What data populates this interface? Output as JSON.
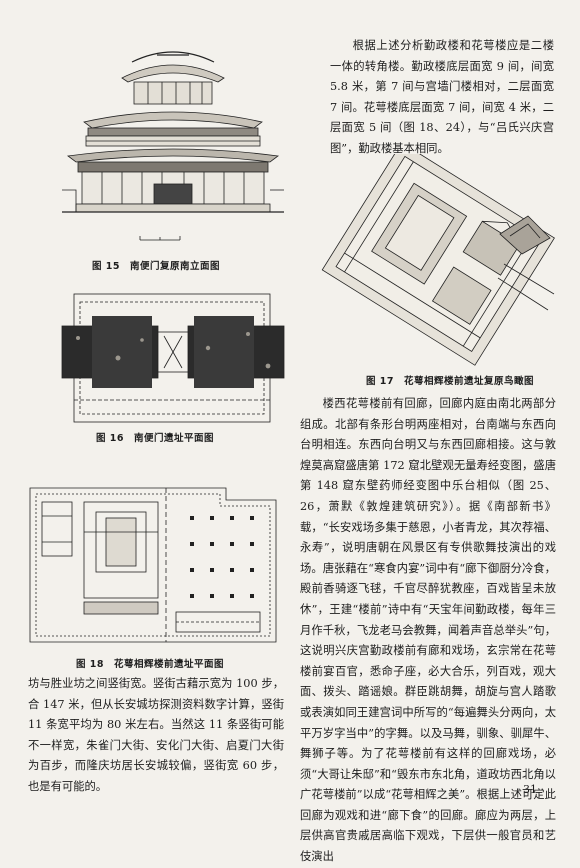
{
  "figures": {
    "fig15_caption": "图 15　南便门复原南立面图",
    "fig16_caption": "图 16　南便门遗址平面图",
    "fig17_caption": "图 17　花萼相辉楼前遗址复原鸟瞰图",
    "fig18_caption": "图 18　花萼相辉楼前遗址平面图"
  },
  "right_top": {
    "paragraph": "根据上述分析勤政楼和花萼楼应是二楼一体的转角楼。勤政楼底层面宽 9 间，间宽 5.8 米，第 7 间与宫墙门楼相对，二层面宽 7 间。花萼楼底层面宽 7 间，间宽 4 米，二层面宽 5 间（图 18、24），与“吕氏兴庆宫图”，勤政楼基本相同。"
  },
  "right_bottom": {
    "paragraph": "楼西花萼楼前有回廊，回廊内庭由南北两部分组成。北部有条形台明两座相对，台南端与东西向台明相连。东西向台明又与东西回廊相接。这与敦煌莫高窟盛唐第 172 窟北壁观无量寿经变图，盛唐第 148 窟东壁药师经变图中乐台相似（图 25、26，萧默《敦煌建筑研究》）。据《南部新书》载，“长安戏场多集于慈恩，小者青龙，其次荐福、永寿”，说明唐朝在风景区有专供歌舞技演出的戏场。唐张藉在“寒食内宴”词中有“廊下御厨分冷食，殿前香骑逐飞毬，千官尽醉犹教座，百戏皆呈未放休”，王建“楼前”诗中有“天宝年间勤政楼，每年三月作千秋，飞龙老马会教舞，闻着声音总举头”句，这说明兴庆宫勤政楼前有廊和戏场，玄宗常在花萼楼前宴百官，悉命子座，必大合乐，列百戏，观大面、拨头、踏谣娘。群臣跳胡舞，胡旋与宫人踏歌或表演如同王建宫词中所写的“每遍舞头分两向，太平万岁字当中”的字舞。以及马舞，驯象、驯犀牛、舞狮子等。为了花萼楼前有这样的回廊戏场，必须“大哥让朱邸”和“毁东市东北角，道政坊西北角以广花萼楼前”以成“花萼相辉之美”。根据上述可定此回廊为观戏和进“廊下食”的回廊。廊应为两层，上层供高官贵戚居高临下观戏，下层供一般官员和艺伎演出"
  },
  "left_bottom": {
    "paragraph": "坊与胜业坊之间竖街宽。竖街古藉示宽为 100 步，合 147 米，但从长安城坊探测资料数字计算，竖街 11 条宽平均为 80 米左右。当然这 11 条竖街可能不一样宽，朱雀门大街、安化门大街、启夏门大街为百步，而隆庆坊居长安城较偏，竖街宽 60 步，也是有可能的。"
  },
  "page_number": "· 31 ·"
}
